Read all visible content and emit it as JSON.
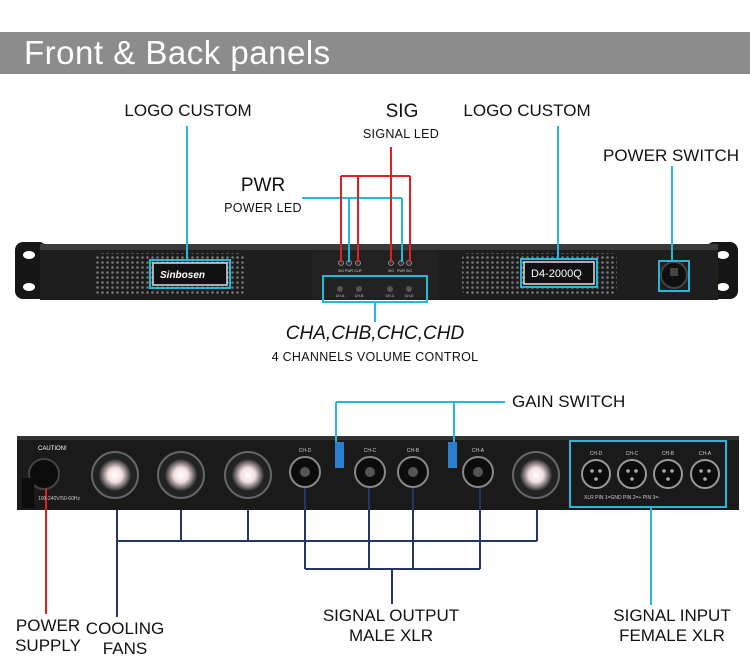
{
  "header": {
    "title": "Front & Back panels"
  },
  "front": {
    "logo_left": "LOGO CUSTOM",
    "logo_right": "LOGO CUSTOM",
    "sig_title": "SIG",
    "sig_sub": "SIGNAL LED",
    "pwr_title": "PWR",
    "pwr_sub": "POWER LED",
    "power_switch": "POWER SWITCH",
    "brand": "Sinbosen",
    "model": "D4-2000Q",
    "channels_title": "CHA,CHB,CHC,CHD",
    "channels_sub": "4 CHANNELS VOLUME CONTROL",
    "led_labels": [
      "SIG",
      "PWR",
      "CLIP",
      "SIG",
      "PWR",
      "SIG"
    ],
    "knob_labels": [
      "CH-A",
      "CH-B",
      "CH-C",
      "CH-D"
    ]
  },
  "back": {
    "gain_switch": "GAIN SWITCH",
    "caution": "CAUTION!",
    "mains": "100-240V/50-60Hz",
    "speakon_labels": [
      "CH-D",
      "CH-C",
      "CH-B",
      "CH-A"
    ],
    "xlr_labels": [
      "CH-D",
      "CH-C",
      "CH-B",
      "CH-A"
    ],
    "xlr_pinout": "XLR PIN 1=GND PIN 2=+ PIN 3=-",
    "power_supply": [
      "POWER",
      "SUPPLY"
    ],
    "cooling_fans": [
      "COOLING",
      "FANS"
    ],
    "signal_output": [
      "SIGNAL OUTPUT",
      "MALE XLR"
    ],
    "signal_input": [
      "SIGNAL INPUT",
      "FEMALE XLR"
    ]
  },
  "colors": {
    "cyan": "#27b6dc",
    "red": "#e02020",
    "blue": "#1f4fa8",
    "navy": "#25356a",
    "chassis": "#1a1a1a",
    "title_bar": "#8c8c8c"
  }
}
